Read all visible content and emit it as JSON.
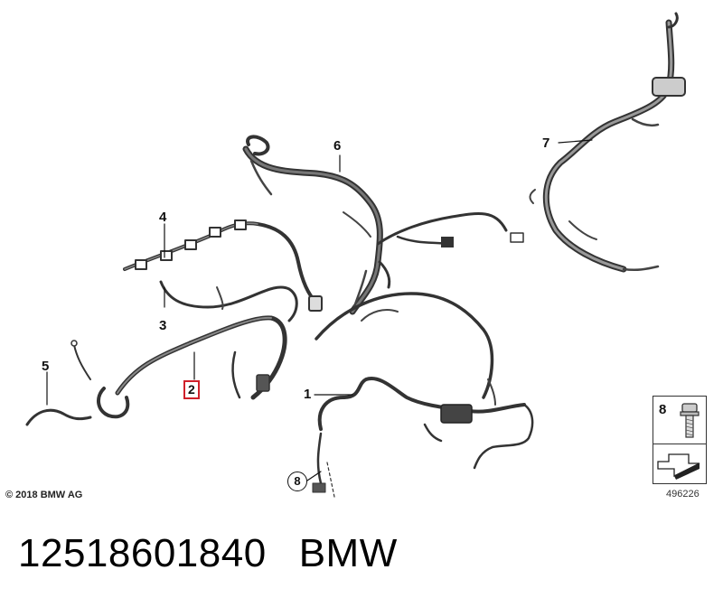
{
  "callouts": {
    "c1": "1",
    "c2": "2",
    "c3": "3",
    "c4": "4",
    "c5": "5",
    "c6": "6",
    "c7": "7",
    "c8": "8"
  },
  "copyright": "© 2018 BMW AG",
  "parts_box": {
    "number": "8"
  },
  "ref_number": "496226",
  "footer": {
    "part_number": "12518601840",
    "brand": "BMW"
  }
}
